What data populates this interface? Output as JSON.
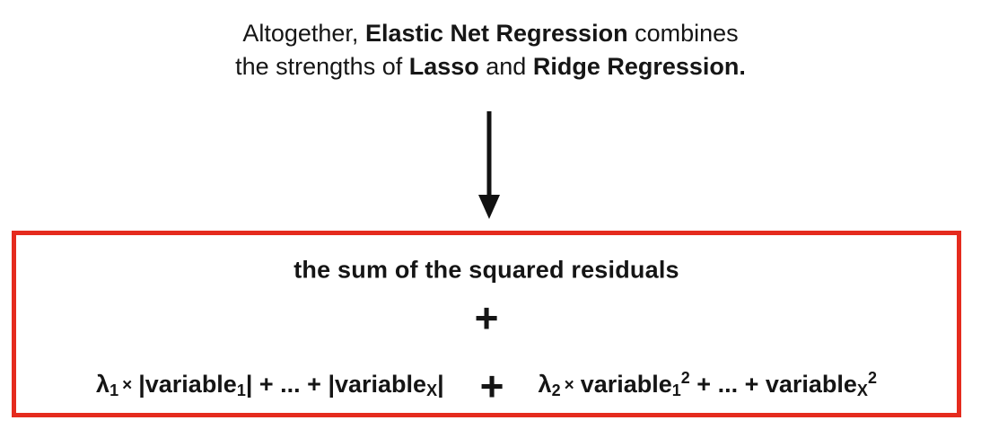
{
  "heading": {
    "line1": {
      "pre": "Altogether, ",
      "bold": "Elastic Net Regression",
      "post": " combines"
    },
    "line2": {
      "pre": "the strengths of ",
      "bold1": "Lasso",
      "mid": " and ",
      "bold2": "Ridge Regression."
    }
  },
  "arrow": {
    "direction": "down"
  },
  "box": {
    "ssr_label": "the sum of the squared residuals",
    "plus_top": "+",
    "plus_mid": "+",
    "lasso_term": {
      "lambda": "λ",
      "lambda_sub": "1",
      "times": "×",
      "t1": "|variable",
      "t1_sub": "1",
      "t2": "| + ... + |variable",
      "t2_sub": "X",
      "t3": "|"
    },
    "ridge_term": {
      "lambda": "λ",
      "lambda_sub": "2",
      "times": "×",
      "t1": "variable",
      "t1_sub": "1",
      "t1_sup": "2",
      "t2": " + ... + variable",
      "t2_sub": "X",
      "t2_sup": "2"
    }
  },
  "colors": {
    "box_border": "#e52b1e",
    "text": "#151515",
    "background": "#ffffff"
  }
}
